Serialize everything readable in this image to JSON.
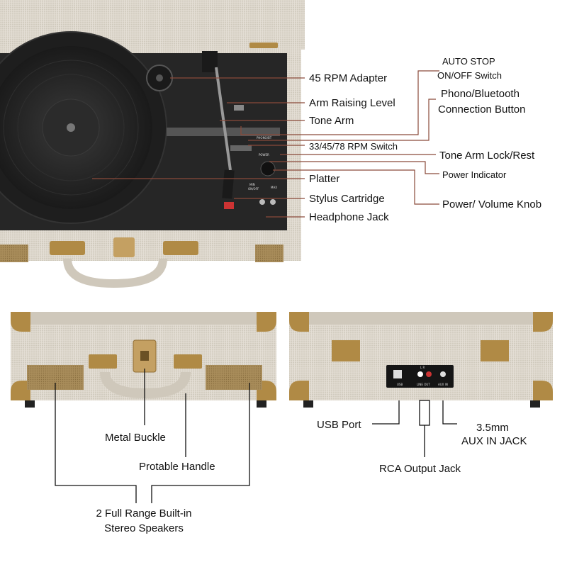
{
  "labels": {
    "rpm_adapter": "45 RPM Adapter",
    "arm_raising": "Arm Raising Level",
    "tone_arm": "Tone Arm",
    "rpm_switch": "33/45/78 RPM Switch",
    "platter": "Platter",
    "stylus": "Stylus Cartridge",
    "headphone": "Headphone Jack",
    "auto_stop_line1": "AUTO STOP",
    "auto_stop_line2": "ON/OFF Switch",
    "phono_line1": "Phono/Bluetooth",
    "phono_line2": "Connection Button",
    "arm_lock": "Tone Arm Lock/Rest",
    "power_indicator": "Power Indicator",
    "volume_knob": "Power/ Volume Knob",
    "metal_buckle": "Metal Buckle",
    "handle": "Protable Handle",
    "speakers_line1": "2 Full Range Built-in",
    "speakers_line2": "Stereo Speakers",
    "usb": "USB Port",
    "aux_line1": "3.5mm",
    "aux_line2": "AUX IN JACK",
    "rca": "RCA Output Jack"
  },
  "panel_text": {
    "phono": "PHONO/BT",
    "power": "POWER",
    "min": "MIN",
    "onoff": "ON/OFF",
    "max": "MAX",
    "usb": "USB",
    "lineout": "LINE OUT",
    "auxin": "AUX IN",
    "lr": "L R"
  },
  "colors": {
    "fabric": "#d9d3c8",
    "brass": "#b08a45",
    "deck": "#2a2a2a",
    "leader": "#8a4a3a"
  }
}
